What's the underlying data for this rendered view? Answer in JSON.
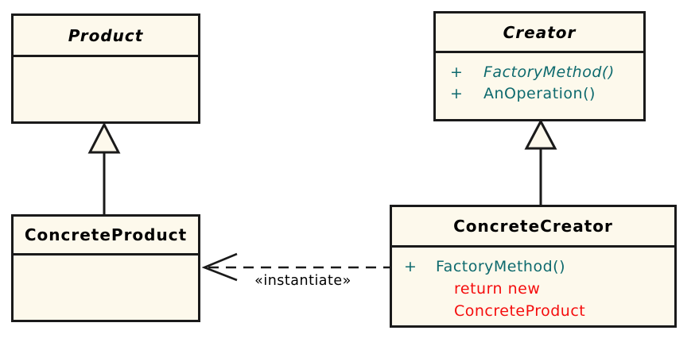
{
  "diagram": {
    "name": "Factory Method pattern UML class diagram",
    "colors": {
      "box_fill": "#FDF9EC",
      "box_border": "#1A1A1A",
      "method_teal": "#0E6A6E",
      "note_red": "#F50D0D",
      "text_black": "#000000",
      "canvas_bg": "#FFFFFF"
    },
    "classes": {
      "product": {
        "name": "Product",
        "abstract": true,
        "methods": []
      },
      "creator": {
        "name": "Creator",
        "abstract": true,
        "methods": [
          {
            "vis": "+",
            "sig": "FactoryMethod()",
            "abstract": true
          },
          {
            "vis": "+",
            "sig": "AnOperation()",
            "abstract": false
          }
        ]
      },
      "concrete_product": {
        "name": "ConcreteProduct",
        "abstract": false,
        "methods": []
      },
      "concrete_creator": {
        "name": "ConcreteCreator",
        "abstract": false,
        "methods": [
          {
            "vis": "+",
            "sig": "FactoryMethod()",
            "abstract": false
          }
        ],
        "note": [
          "return new",
          "ConcreteProduct"
        ]
      }
    },
    "relations": {
      "instantiate_label": "«instantiate»",
      "generalizations": [
        {
          "from": "ConcreteProduct",
          "to": "Product"
        },
        {
          "from": "ConcreteCreator",
          "to": "Creator"
        }
      ],
      "dependency": {
        "from": "ConcreteCreator",
        "to": "ConcreteProduct",
        "style": "dashed-open-arrow"
      }
    }
  }
}
